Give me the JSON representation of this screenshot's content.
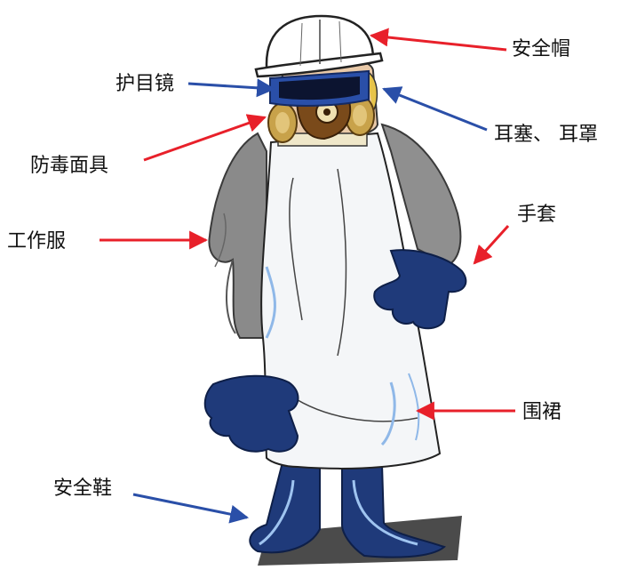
{
  "labels": {
    "helmet": "安全帽",
    "goggles": "护目镜",
    "earplugs": "耳塞、 耳罩",
    "gas_mask": "防毒面具",
    "gloves": "手套",
    "workwear": "工作服",
    "apron": "围裙",
    "safety_shoes": "安全鞋"
  },
  "colors": {
    "arrow_red": "#e8202a",
    "arrow_blue": "#2a4fa8",
    "navy_gear": "#1f3a7a",
    "suit_gray": "#8a8a8a",
    "apron_white": "#f4f6f8",
    "mask_brown": "#7a4a1a",
    "mask_gold": "#c8a24a"
  }
}
